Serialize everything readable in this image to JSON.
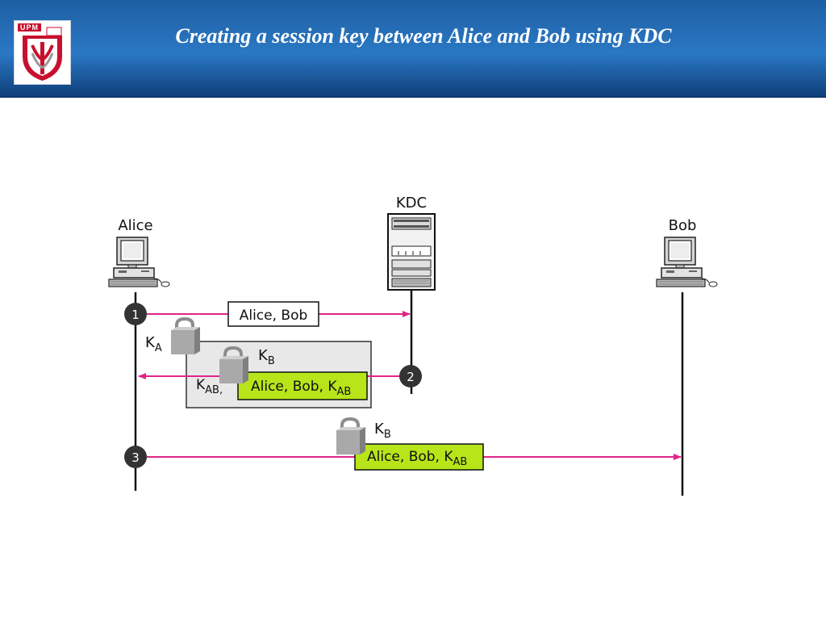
{
  "header": {
    "title": "Creating a session key between Alice and Bob using KDC",
    "logo_text": "UPM"
  },
  "diagram": {
    "nodes": {
      "alice": "Alice",
      "kdc": "KDC",
      "bob": "Bob"
    },
    "steps": {
      "step1": "1",
      "step2": "2",
      "step3": "3"
    },
    "messages": {
      "msg1": "Alice, Bob",
      "msg2_inner_prefix": "Alice, Bob, K",
      "msg2_inner_sub": "AB",
      "msg2_outer_prefix": "K",
      "msg2_outer_sub": "AB,",
      "msg3_prefix": "Alice, Bob, K",
      "msg3_sub": "AB"
    },
    "keys": {
      "ka_main": "K",
      "ka_sub": "A",
      "kb1_main": "K",
      "kb1_sub": "B",
      "kb2_main": "K",
      "kb2_sub": "B"
    },
    "colors": {
      "arrow": "#e0258a",
      "highlight": "#b7e51a",
      "outer_box": "#e8e8e8",
      "lock": "#a9a9a9"
    }
  }
}
